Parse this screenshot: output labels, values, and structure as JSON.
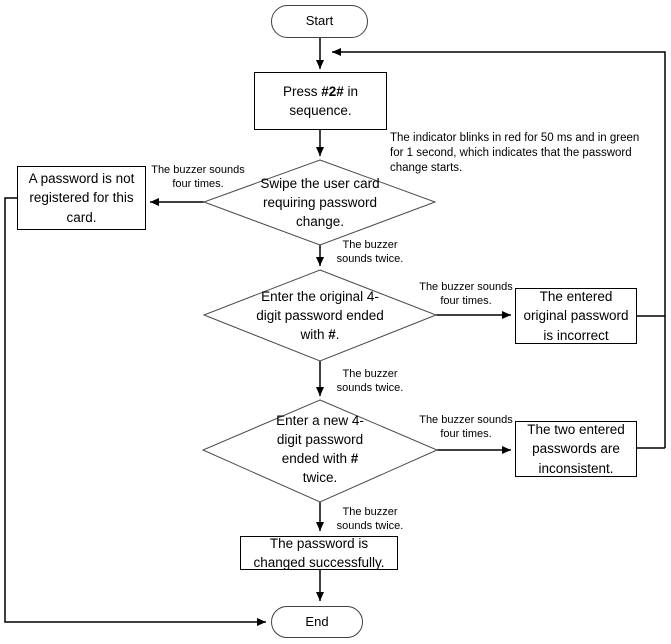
{
  "title": "Password change flowchart",
  "colors": {
    "background": "#ffffff",
    "line": "#000000",
    "rect_border": "#000000",
    "diamond_border": "#4a4a4a",
    "text": "#000000"
  },
  "nodes": {
    "start": {
      "label": "Start"
    },
    "press": {
      "pre": "Press ",
      "bold": "#2#",
      "post": " in sequence."
    },
    "swipe_card": {
      "text": "Swipe the user card requiring password change."
    },
    "not_registered": {
      "text": "A password is not registered for this card."
    },
    "enter_original": {
      "pre": "Enter the original 4-digit password ended with ",
      "bold": "#",
      "post": "."
    },
    "incorrect": {
      "text": "The entered original password is incorrect"
    },
    "enter_new": {
      "pre": "Enter a new 4-digit password ended with ",
      "bold": "#",
      "post": " twice."
    },
    "inconsistent": {
      "text": "The two entered passwords are inconsistent."
    },
    "success": {
      "text": "The password is changed successfully."
    },
    "end": {
      "label": "End"
    }
  },
  "edge_labels": {
    "no_password": "The buzzer sounds four times.",
    "after_swipe": "The buzzer sounds twice.",
    "wrong_original": "The buzzer sounds four times.",
    "after_original": "The buzzer sounds twice.",
    "mismatch": "The buzzer sounds four times.",
    "after_new": "The buzzer sounds twice."
  },
  "annotation": "The indicator blinks in red for 50 ms and in green for 1 second, which indicates that the password change starts."
}
